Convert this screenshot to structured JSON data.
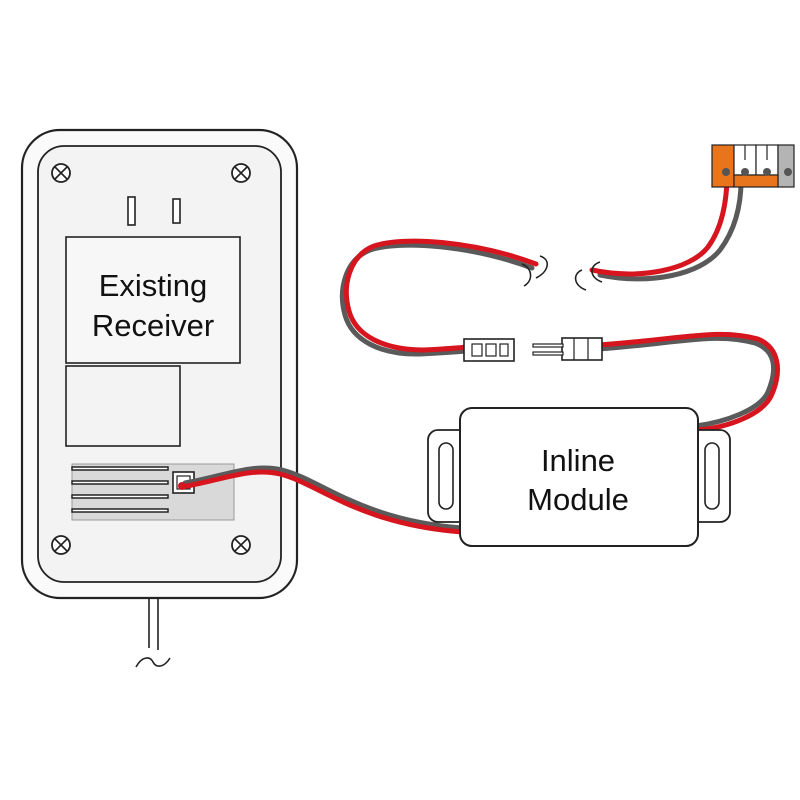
{
  "receiver": {
    "label_line1": "Existing",
    "label_line2": "Receiver"
  },
  "module": {
    "label_line1": "Inline",
    "label_line2": "Module"
  },
  "colors": {
    "outline": "#222222",
    "housing_fill": "#f3f3f3",
    "panel_fill": "#d9d9d9",
    "label_fill": "#f7f7f7",
    "wire_red": "#d6151f",
    "wire_gray": "#5a5a5a",
    "terminal_orange": "#e8741c",
    "terminal_gray": "#b4b4b4"
  },
  "icons": {
    "screw": "screw-icon",
    "plug_prong": "plug-prong-icon",
    "wire_break": "wire-break-icon"
  }
}
